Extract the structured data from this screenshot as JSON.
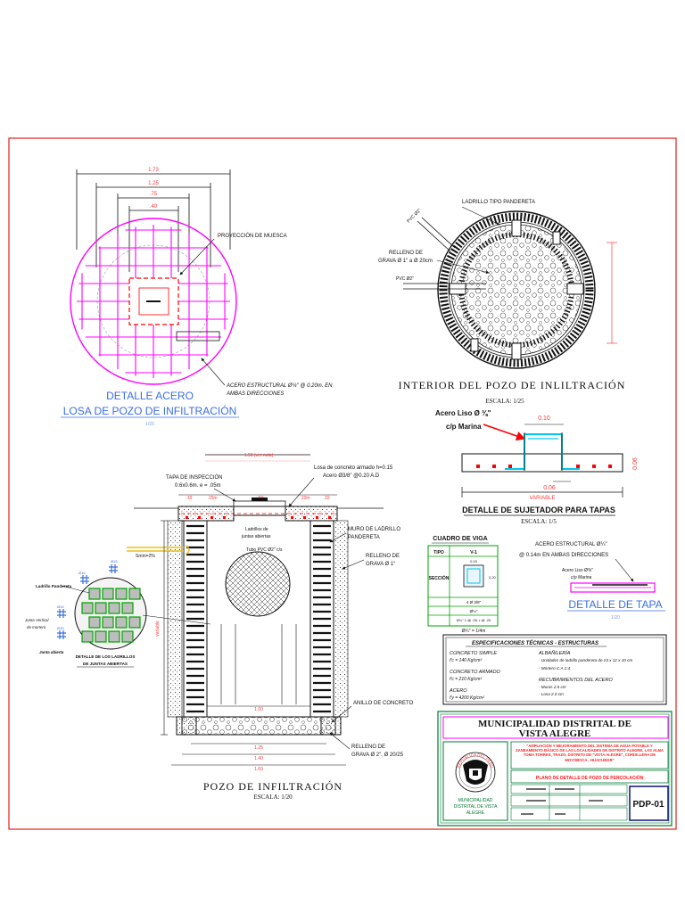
{
  "colors": {
    "frame": "#e0201c",
    "magenta": "#ff00ff",
    "blue": "#3a6fe0",
    "red": "#ff0000",
    "green": "#00a000",
    "dark_green": "#007a33",
    "cyan": "#00c8e6",
    "navy": "#1a237e",
    "ink": "#111111"
  },
  "steel_detail": {
    "dims": [
      "1.73",
      "1.25",
      ".75",
      ".40"
    ],
    "projection_label": "PROYECCIÓN DE MUESCA",
    "rebar_label_1": "ACERO ESTRUCTURAL Ø¼\" @ 0.20m. EN",
    "rebar_label_2": "AMBAS DIRECCIONES",
    "title_1": "DETALLE ACERO",
    "title_2": "LOSA DE POZO DE INFILTRACIÓN",
    "scale": "1/25"
  },
  "interior_detail": {
    "brick_label": "LADRILLO TIPO PANDERETA",
    "pvc_top": "PVC Ø2\"",
    "fill_label_1": "RELLENO DE",
    "fill_label_2": "GRAVA Ø 1\" a Ø 20cm",
    "pvc_side": "PVC Ø2\"",
    "title": "INTERIOR DEL POZO DE INLILTRACIÓN",
    "scale": "ESCALA: 1/25"
  },
  "clamp_detail": {
    "bar_label": "Acero Liso Ø ⅜\"",
    "bar_label_2": "c/p Marina",
    "dim_top": "0.10",
    "dim_side": "0.06",
    "dim_bottom": "0.06",
    "dim_var": "VARIABLE",
    "title": "DETALLE DE SUJETADOR PARA TAPAS",
    "scale": "ESCALA: 1/5"
  },
  "lid_detail": {
    "rebar_label_1": "ACERO ESTRUCTURAL Ø¼\"",
    "rebar_label_2": "@ 0.14m EN AMBAS DIRECCIONES",
    "bar_label_1": "Acero Liso Ø⅜\"",
    "bar_label_2": "c/p Marina",
    "title": "DETALLE DE TAPA",
    "scale": "1/20"
  },
  "beam_table": {
    "title": "CUADRO DE VIGA",
    "header": [
      "TIPO",
      "V-1"
    ],
    "row_label": "SECCIÓN",
    "section_dims": [
      "0.15",
      "0.20"
    ],
    "rows": [
      [
        "",
        "4 Ø 3/8\""
      ],
      [
        "",
        "Ø¼\""
      ],
      [
        "",
        "Ø¼\" 1 @ .05, r @ .20"
      ]
    ],
    "footer": "Ø¼\" = 1/4m"
  },
  "specs": {
    "title": "ESPECIFICACIONES TÉCNICAS - ESTRUCTURAS",
    "left": [
      {
        "head": "CONCRETO SIMPLE",
        "lines": [
          "f'c = 140 Kg/cm²"
        ]
      },
      {
        "head": "CONCRETO ARMADO",
        "lines": [
          "f'c = 210 Kg/cm²"
        ]
      },
      {
        "head": "ACERO",
        "lines": [
          "f'y = 4200 Kg/cm²"
        ]
      }
    ],
    "right": [
      {
        "head": "ALBAÑILERÍA",
        "lines": [
          "- Unidades de ladrillo pandereta de 23 x 12 x 10 cm",
          "- Mortero          C:A 1:4"
        ]
      },
      {
        "head": "RECUBRIMIENTOS DEL ACERO",
        "lines": [
          "- Muros              2.5 cm",
          "- Losa               2.0 cm"
        ]
      }
    ]
  },
  "section": {
    "top_dim": "1.90 (ver nota)",
    "lid_label_1": "TAPA DE INSPECCIÓN",
    "lid_label_2": "0.6x0.6m. e = .05m",
    "slab_label_1": "Losa de concreto armado h=0.15",
    "slab_label_2": "Acero Ø3/8\" @0.20 A.D",
    "top_dims": [
      ".10",
      ".15m",
      ".60",
      ".10m",
      ".10"
    ],
    "bricks_label_1": "Ladrillos de",
    "bricks_label_2": "juntas abiertas",
    "pvc_label": "Tubo PVC Ø2\" c/s",
    "slope": "Smín=2%",
    "wall_label_1": "MURO DE LADRILLO",
    "wall_label_2": "PANDERETA",
    "fill_label_1": "RELLENO DE",
    "fill_label_2": "GRAVA Ø 1\"",
    "ring_label": "ANILLO DE CONCRETO",
    "ring_dim": "1.00",
    "fill2_label_1": "RELLENO DE",
    "fill2_label_2": "GRAVA Ø 2\", Ø 20/25",
    "bottom_dims": [
      "1.25",
      "1.40",
      "1.60"
    ],
    "depth_dim": "variable",
    "title": "POZO DE INFILTRACIÓN",
    "scale": "ESCALA: 1/20"
  },
  "wall_detail": {
    "brick_label": "Ladrillo Pandereta",
    "joint_label_1": "Junta Vertical",
    "joint_label_2": "de mortero",
    "open_label": "Junta abierta",
    "title_1": "DETALLE DE LOS LADRILLOS",
    "title_2": "DE JUNTAS ABIERTAS",
    "tags": [
      "Ø15",
      "Ø15",
      "Ø15",
      "Ø15"
    ]
  },
  "title_block": {
    "entity_1": "MUNICIPALIDAD DISTRITAL DE",
    "entity_2": "VISTA ALEGRE",
    "seal_text": "REPUBLICA DEL PERÚ",
    "seal_caption_1": "MUNICIPALIDAD",
    "seal_caption_2": "DISTRITAL DE VISTA",
    "seal_caption_3": "ALEGRE",
    "project": "\"AMPLIACIÓN Y MEJORAMIENTO DEL SISTEMA DE AGUA POTABLE Y SANEAMIENTO BÁSICO DE LAS LOCALIDADES DE DISTRITO ALEGRE, LAS ALMA TOMA TORRES, TRAZO, DISTRITO DE \"VISTA ALEGRE\", CORDILLERA DE MOYOBOCA - HUACUMAR\"",
    "plan_name": "PLANO DE DETALLE DE POZO DE PERCOLACIÓN",
    "sheet": "PDP-01"
  }
}
